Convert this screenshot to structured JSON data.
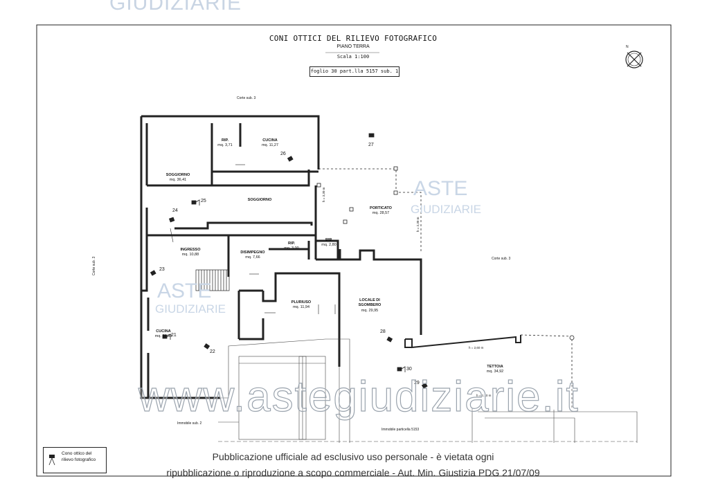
{
  "header": {
    "watermark_top": "GIUDIZIARIE",
    "title": "CONI OTTICI DEL RILIEVO FOTOGRAFICO",
    "subtitle": "PIANO TERRA",
    "scale": "Scala 1:100",
    "reference": "foglio 30 part.lla 5157 sub. 1",
    "north": "N"
  },
  "rooms": {
    "rip1": {
      "name": "RIP.",
      "area": "mq. 3,71"
    },
    "cucina_top": {
      "name": "CUCINA",
      "area": "mq. 11,27"
    },
    "soggiorno_left": {
      "name": "SOGGIORNO",
      "area": "mq. 36,41"
    },
    "soggiorno_center": {
      "name": "SOGGIORNO"
    },
    "porticato": {
      "name": "PORTICATO",
      "area": "mq. 28,57"
    },
    "ingresso": {
      "name": "INGRESSO",
      "area": "mq. 10,88"
    },
    "disimpegno": {
      "name": "DISIMPEGNO",
      "area": "mq. 7,66"
    },
    "rip2": {
      "name": "RIP.",
      "area": "mq. 3,00"
    },
    "rip3": {
      "name": "RIP.",
      "area": "mq. 2,80"
    },
    "pluriuso": {
      "name": "PLURIUSO",
      "area": "mq. 11,94"
    },
    "locale": {
      "name": "LOCALE DI SGOMBERO",
      "area": "mq. 29,95"
    },
    "cucina_bottom": {
      "name": "CUCINA",
      "area": "mq. 31,88"
    },
    "tettoia": {
      "name": "TETTOIA",
      "area": "mq. 34,92"
    }
  },
  "labels": {
    "corte_top": "Corte sub. 3",
    "corte_left": "Corte sub. 3",
    "corte_right": "Corte sub. 3",
    "immobile_sub2": "Immobile sub. 2",
    "immobile_5153": "Immobile particella 5153",
    "h_porticato_a": "h = 3,30 m",
    "h_porticato_b": "h = 2,30 m",
    "h_tettoia_a": "h = 2,60 m",
    "h_tettoia_b": "h = 3,10 m"
  },
  "cameras": [
    "21",
    "22",
    "23",
    "24",
    "25",
    "26",
    "27",
    "28",
    "29",
    "30"
  ],
  "watermarks": {
    "aste": "ASTE",
    "giudiziarie": "GIUDIZIARIE",
    "site": "www.astegiudiziarie.it"
  },
  "legend": {
    "line1": "Cono ottico del",
    "line2": "rilievo fotografico"
  },
  "notice": {
    "line1": "Pubblicazione ufficiale ad esclusivo uso personale - è vietata ogni",
    "line2": "ripubblicazione o riproduzione a scopo commerciale - Aut. Min. Giustizia PDG 21/07/09"
  }
}
